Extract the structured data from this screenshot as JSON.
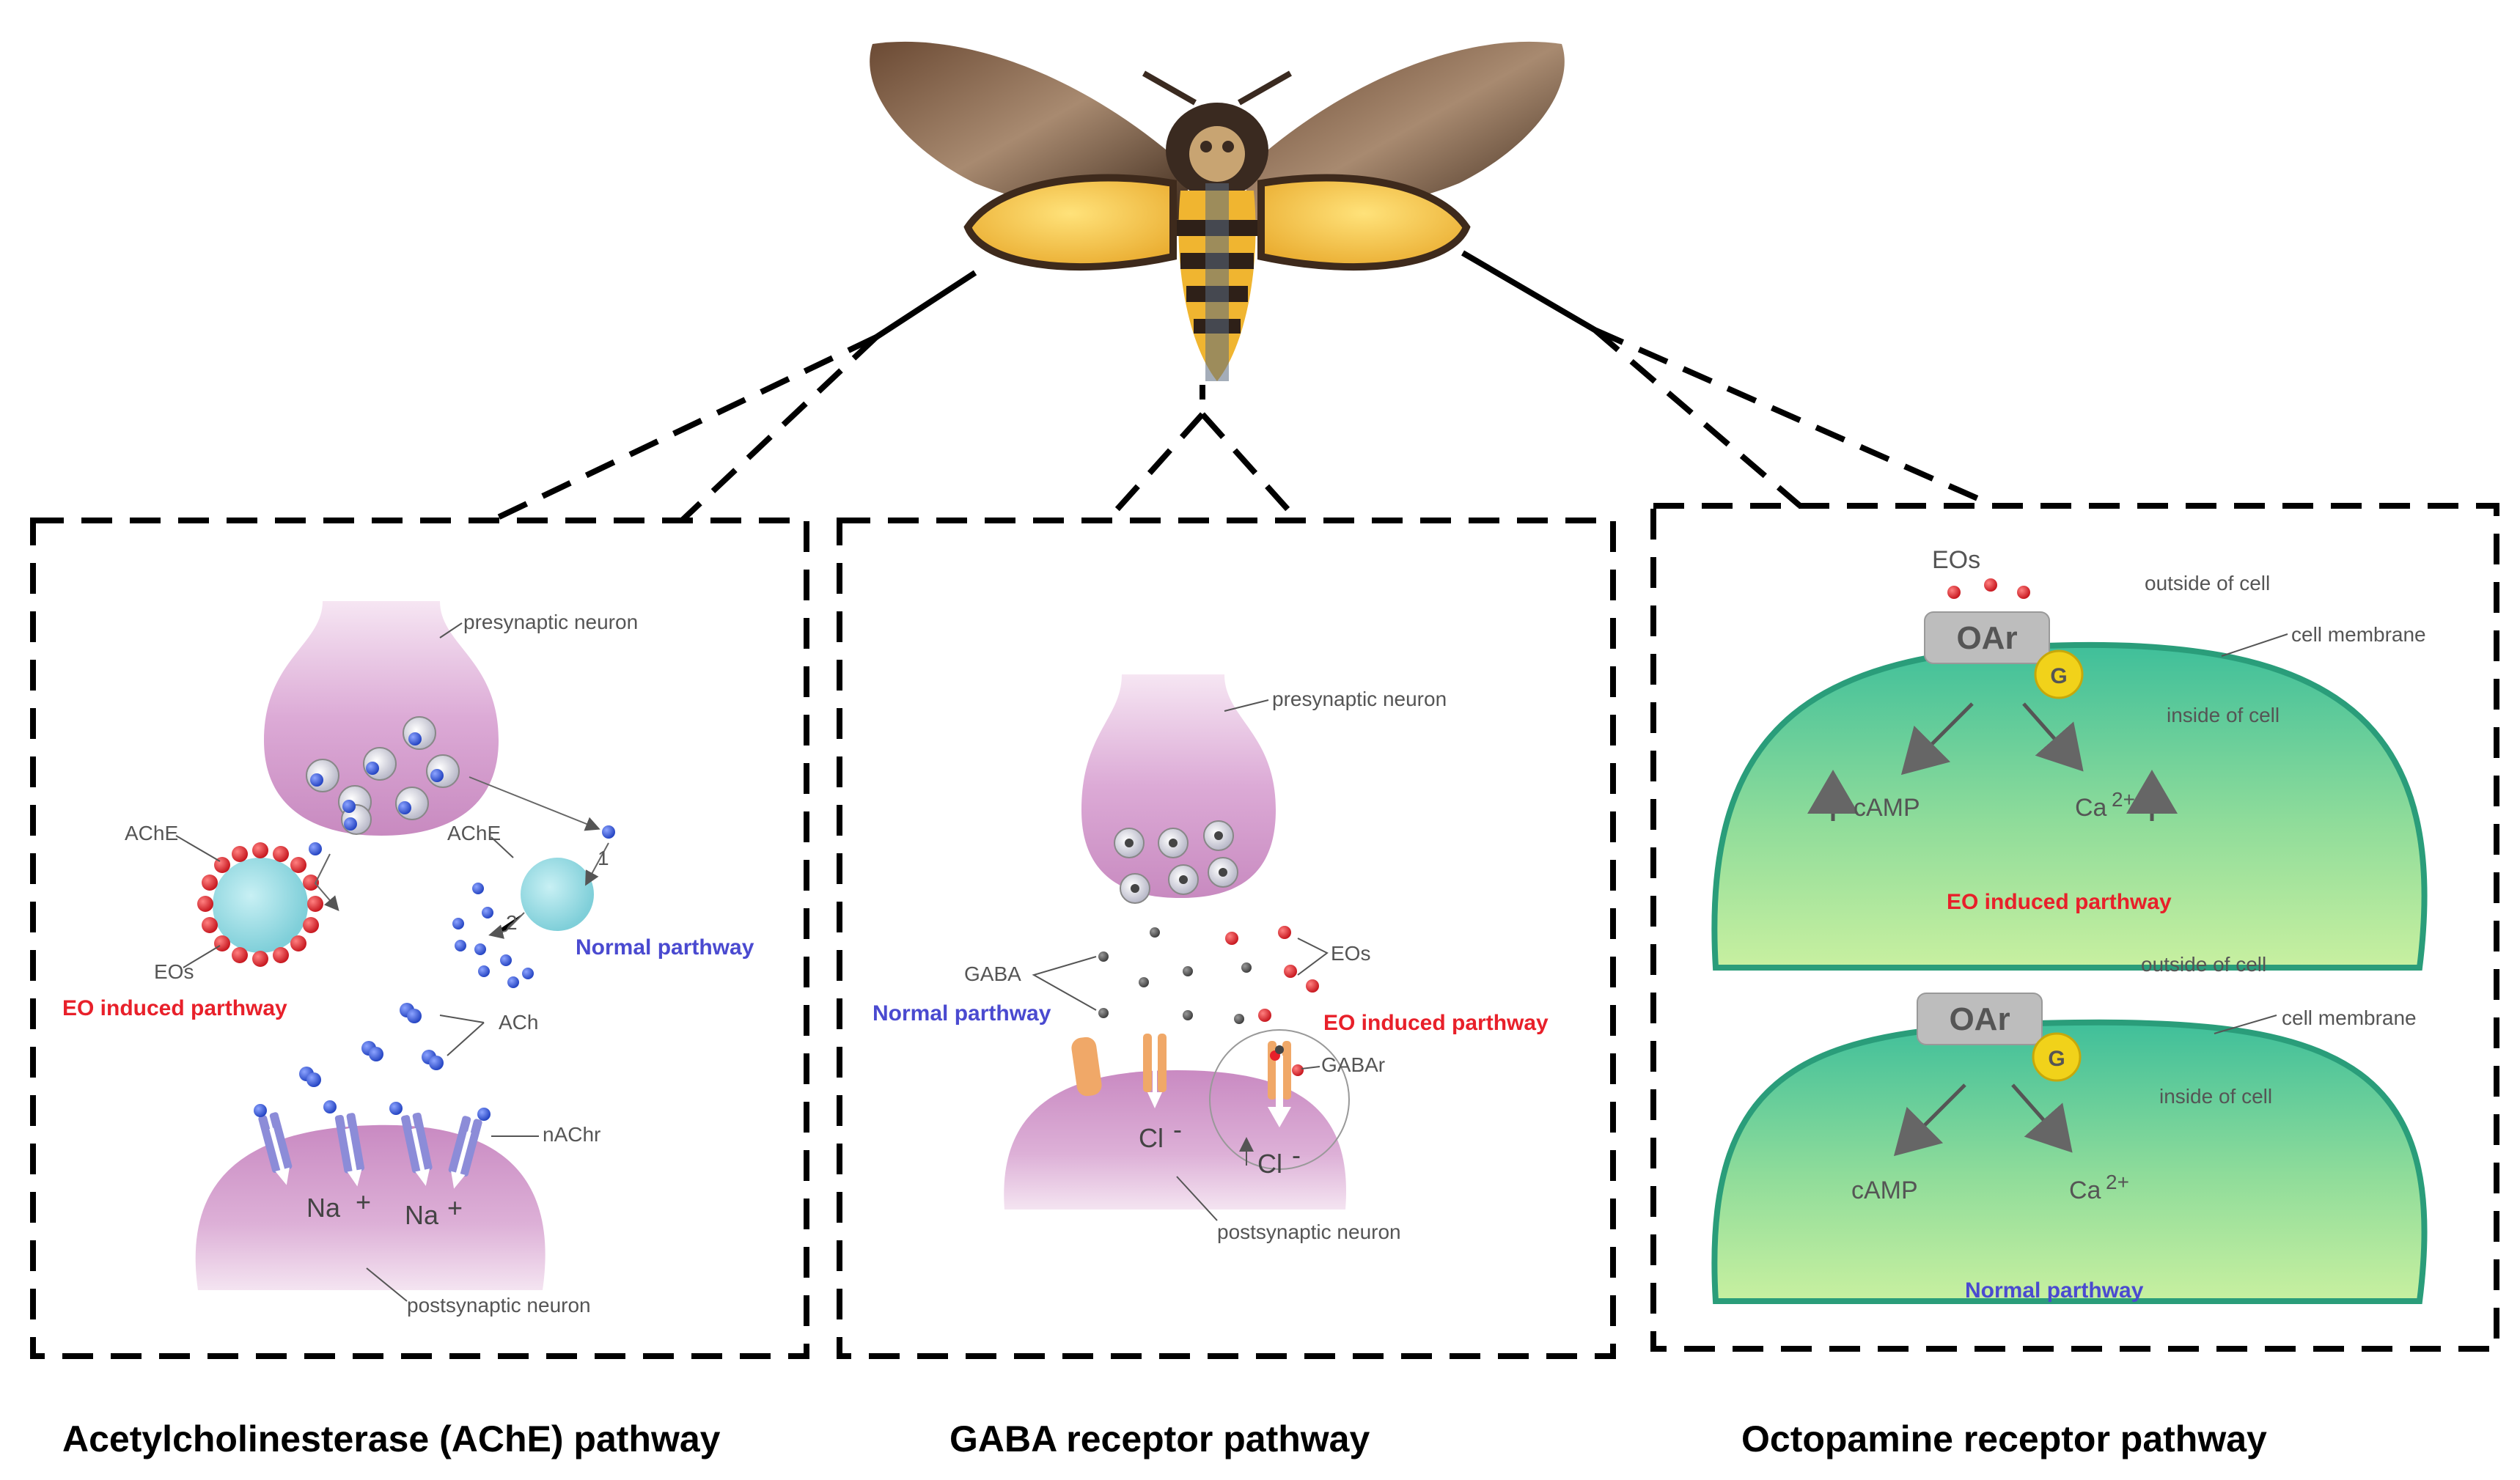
{
  "panels": {
    "ache": {
      "title": "Acetylcholinesterase (AChE) pathway",
      "presynaptic": "presynaptic neuron",
      "postsynaptic": "postsynaptic neuron",
      "ache_label_left": "AChE",
      "ache_label_right": "AChE",
      "eos": "EOs",
      "eo_pathway": "EO induced parthway",
      "normal_pathway": "Normal parthway",
      "ach": "ACh",
      "nachr": "nAChr",
      "na1": "Na",
      "na2": "Na",
      "plus": "+",
      "step1": "1",
      "step2": "2"
    },
    "gaba": {
      "title": "GABA receptor pathway",
      "presynaptic": "presynaptic neuron",
      "postsynaptic": "postsynaptic neuron",
      "gaba": "GABA",
      "eos": "EOs",
      "normal_pathway": "Normal parthway",
      "eo_pathway": "EO induced parthway",
      "gabar": "GABAr",
      "cl1": "Cl",
      "cl2": "Cl",
      "minus": "-"
    },
    "octopamine": {
      "title": "Octopamine receptor pathway",
      "eos": "EOs",
      "top": {
        "outside": "outside of cell",
        "membrane": "cell membrane",
        "inside": "inside of cell",
        "oar": "OAr",
        "g": "G",
        "camp": "cAMP",
        "ca": "Ca",
        "ca_sup": "2+",
        "pathway": "EO induced parthway"
      },
      "bottom": {
        "outside": "outside of cell",
        "membrane": "cell membrane",
        "inside": "inside of cell",
        "oar": "OAr",
        "g": "G",
        "camp": "cAMP",
        "ca": "Ca",
        "ca_sup": "2+",
        "pathway": "Normal parthway"
      }
    }
  },
  "colors": {
    "neuron": "#d9a6d4",
    "cell_green": "#5ec79a",
    "membrane": "#2a9d7a",
    "eo_red": "#e8202a",
    "normal_blue": "#4a4ad0",
    "ache_cyan": "#8fd8e0",
    "receptor_orange": "#f0a868"
  },
  "icons": {
    "header_image": "moth-illustration"
  }
}
